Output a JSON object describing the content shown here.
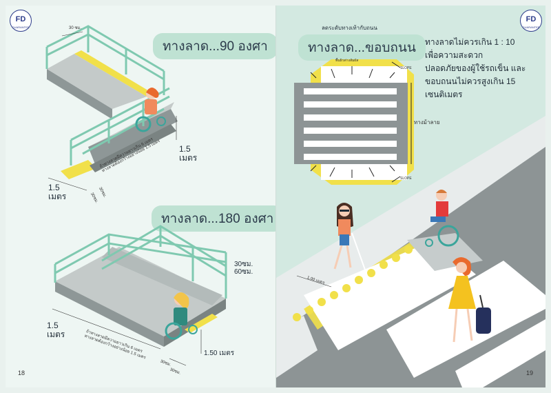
{
  "left_page": {
    "page_number": "18",
    "ramp90": {
      "title": "ทางลาด...90 องศา",
      "top_dim": "30 ซม.",
      "dim_right": [
        "1.5",
        "เมตร"
      ],
      "dim_left": [
        "1.5",
        "เมตร"
      ],
      "note_lines": [
        "ถ้าทางลาดมีความยาวเกิน 6 เมตร",
        "ทางลาดต้องกว้างอย่างน้อย 1.5 เมตร"
      ],
      "dim_30a": "30ซม.",
      "dim_30b": "30ซม."
    },
    "ramp180": {
      "title": "ทางลาด...180 องศา",
      "dim_30": "30ซม.",
      "dim_60": "60ซม.",
      "dim_left": [
        "1.5",
        "เมตร"
      ],
      "note_lines": [
        "ถ้าทางลาดมีความยาวเกิน 6 เมตร",
        "ทางลาดต้องกว้างอย่างน้อย 1.5 เมตร"
      ],
      "dim_150": "1.50 เมตร",
      "dim_30a": "30ซม.",
      "dim_30b": "30ซม."
    }
  },
  "right_page": {
    "page_number": "19",
    "header_note": "ลดระดับทางเท้ากับถนน",
    "title": "ทางลาด...ขอบถนน",
    "diagram": {
      "top_label": "พื้นผิวต่างสัมผัส",
      "slope_top": "SLOPE",
      "slope_bottom": "SLOPE",
      "crosswalk_label": "ทางม้าลาย"
    },
    "body_lines": [
      "ทางลาดไม่ควรเกิน 1 : 10",
      "เพื่อความสะดวก",
      "ปลอดภัยของผู้ใช้รถเข็น และ",
      "ขอบถนนไม่ควรสูงเกิน 15",
      "เซนติเมตร"
    ],
    "street_dim": "1.00 เมตร"
  },
  "logo": {
    "text": "FD",
    "sub": "GUARANTEE"
  },
  "colors": {
    "rail": "#7fc9b0",
    "ramp": "#9aa3a2",
    "tactile": "#f1e04a",
    "pill": "#bfe2d3"
  }
}
